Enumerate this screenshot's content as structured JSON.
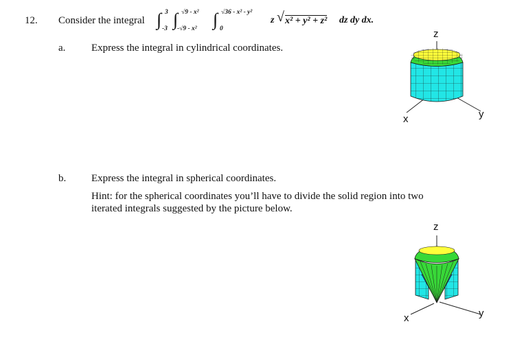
{
  "problem": {
    "number": "12.",
    "intro": "Consider the integral",
    "integral": {
      "outer_upper": "3",
      "outer_lower": "-3",
      "middle_upper": "√9 - x²",
      "middle_lower": "-√9 - x²",
      "inner_upper": "√36 - x² - y²",
      "inner_lower": "0",
      "integrand_z": "z",
      "integrand_sqrt": "x² + y² + z²",
      "differentials": "dz dy dx."
    }
  },
  "parts": [
    {
      "label": "a.",
      "text": "Express the integral in cylindrical coordinates."
    },
    {
      "label": "b.",
      "text": "Express the integral in spherical coordinates."
    }
  ],
  "hint": {
    "line1": "Hint: for the spherical coordinates you’ll have to divide the solid region into two",
    "line2": "iterated integrals suggested by the picture below."
  },
  "figure_a": {
    "z_label": "z",
    "x_label": "x",
    "y_label": "y"
  },
  "figure_b": {
    "z_label": "z",
    "x_label": "x",
    "y_label": "y"
  },
  "colors": {
    "cylinder_side": "#22e6e6",
    "cap_top": "#ffff3a",
    "cap_green": "#38d838",
    "cone_blue": "#2a6cf0",
    "mesh": "#1a1a1a"
  }
}
